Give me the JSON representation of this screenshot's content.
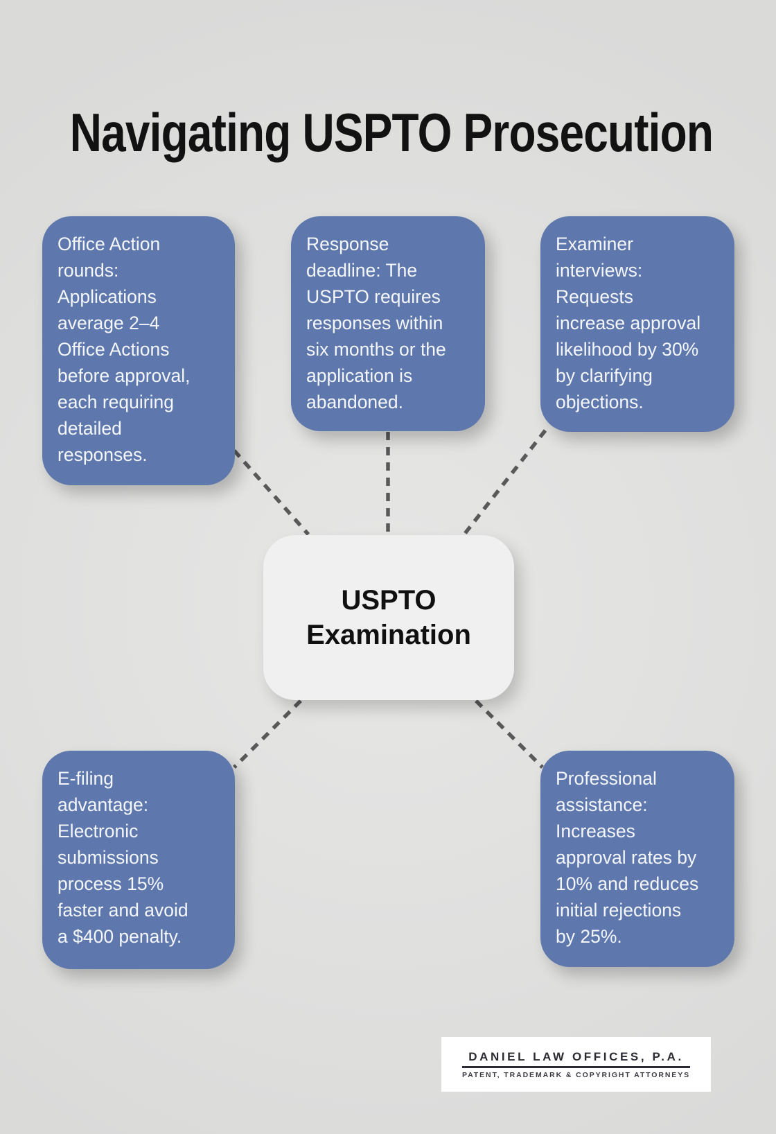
{
  "page": {
    "title": "Navigating USPTO Prosecution"
  },
  "colors": {
    "background": "#e0e0df",
    "card_blue": "#5e78ad",
    "card_text": "#f4f6fa",
    "center_fill": "#f0f0f1",
    "center_text": "#101010",
    "connector": "#595959",
    "title_text": "#121212",
    "logo_background": "#ffffff",
    "logo_text": "#2b2b33"
  },
  "center_node": {
    "label": "USPTO\nExamination"
  },
  "cards": [
    {
      "id": "office-action-rounds",
      "text": "Office Action\nrounds:\nApplications\naverage 2–4\nOffice Actions\nbefore approval,\neach requiring\ndetailed\nresponses."
    },
    {
      "id": "response-deadline",
      "text": "Response\ndeadline: The\nUSPTO requires\nresponses within\nsix months or the\napplication is\nabandoned."
    },
    {
      "id": "examiner-interviews",
      "text": "Examiner\ninterviews:\nRequests\nincrease approval\nlikelihood by 30%\nby clarifying\nobjections."
    },
    {
      "id": "e-filing-advantage",
      "text": "E-filing\nadvantage:\nElectronic\nsubmissions\nprocess 15%\nfaster and avoid\na $400 penalty."
    },
    {
      "id": "professional-assistance",
      "text": "Professional\nassistance:\nIncreases\napproval rates by\n10% and reduces\ninitial rejections\nby 25%."
    }
  ],
  "logo": {
    "name": "DANIEL LAW OFFICES, P.A.",
    "tagline": "PATENT, TRADEMARK & COPYRIGHT ATTORNEYS"
  }
}
